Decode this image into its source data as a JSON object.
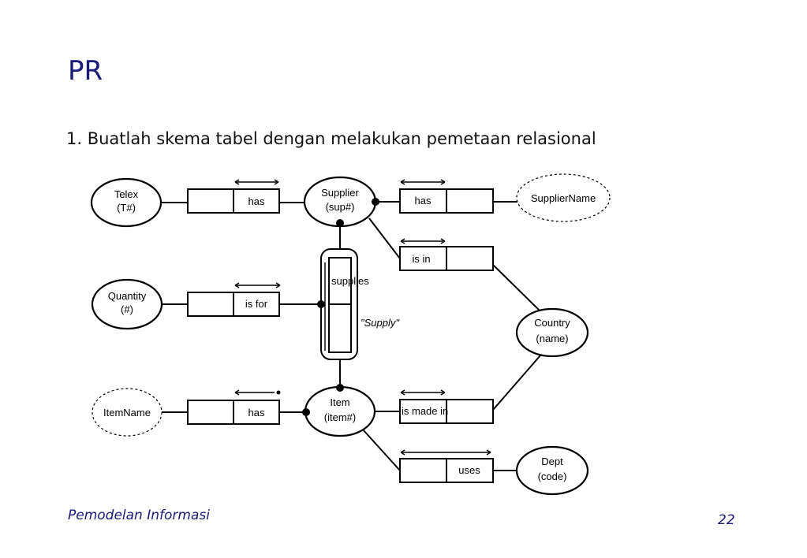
{
  "slide": {
    "title": "PR",
    "item": "1. Buatlah skema tabel dengan melakukan pemetaan relasional",
    "footer_left": "Pemodelan Informasi",
    "page_number": "22"
  },
  "diagram": {
    "entities": {
      "telex": [
        "Telex",
        "(T#)"
      ],
      "supplier": [
        "Supplier",
        "(sup#)"
      ],
      "supplier_name": [
        "SupplierName"
      ],
      "quantity": [
        "Quantity",
        "(#)"
      ],
      "country": [
        "Country",
        "(name)"
      ],
      "item_name": [
        "ItemName"
      ],
      "item": [
        "Item",
        "(item#)"
      ],
      "dept": [
        "Dept",
        "(code)"
      ]
    },
    "facts": {
      "telex_has": "has",
      "supplier_has_name": "has",
      "supplier_is_in": "is in",
      "supplies": "supplies",
      "supply_nested": "\"Supply\"",
      "quantity_is_for": "is for",
      "itemname_has": "has",
      "item_made_in": "is made in",
      "item_uses": "uses"
    }
  }
}
